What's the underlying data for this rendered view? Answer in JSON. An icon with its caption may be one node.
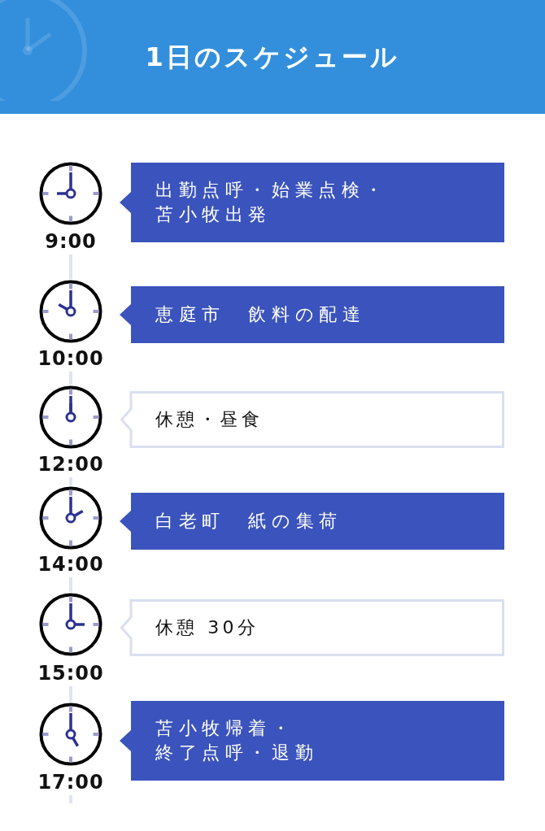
{
  "diagram": {
    "title": "1日のスケジュール",
    "nodes": [
      {
        "text": [
          "出勤点呼・始業点検・苫小牧出発"
        ],
        "beside": [
          "9:00"
        ]
      },
      {
        "text": [
          "恵庭市　飲料の配達"
        ],
        "beside": [
          "10:00"
        ]
      },
      {
        "text": [
          "休憩・昼食"
        ],
        "beside": [
          "12:00"
        ]
      },
      {
        "text": [
          "白老町　紙の集荷"
        ],
        "beside": [
          "14:00"
        ]
      },
      {
        "text": [
          "休憩 30分"
        ],
        "beside": [
          "15:00"
        ]
      },
      {
        "text": [
          "苫小牧帰着・終了点呼・退勤"
        ],
        "beside": [
          "17:00"
        ]
      }
    ]
  }
}
